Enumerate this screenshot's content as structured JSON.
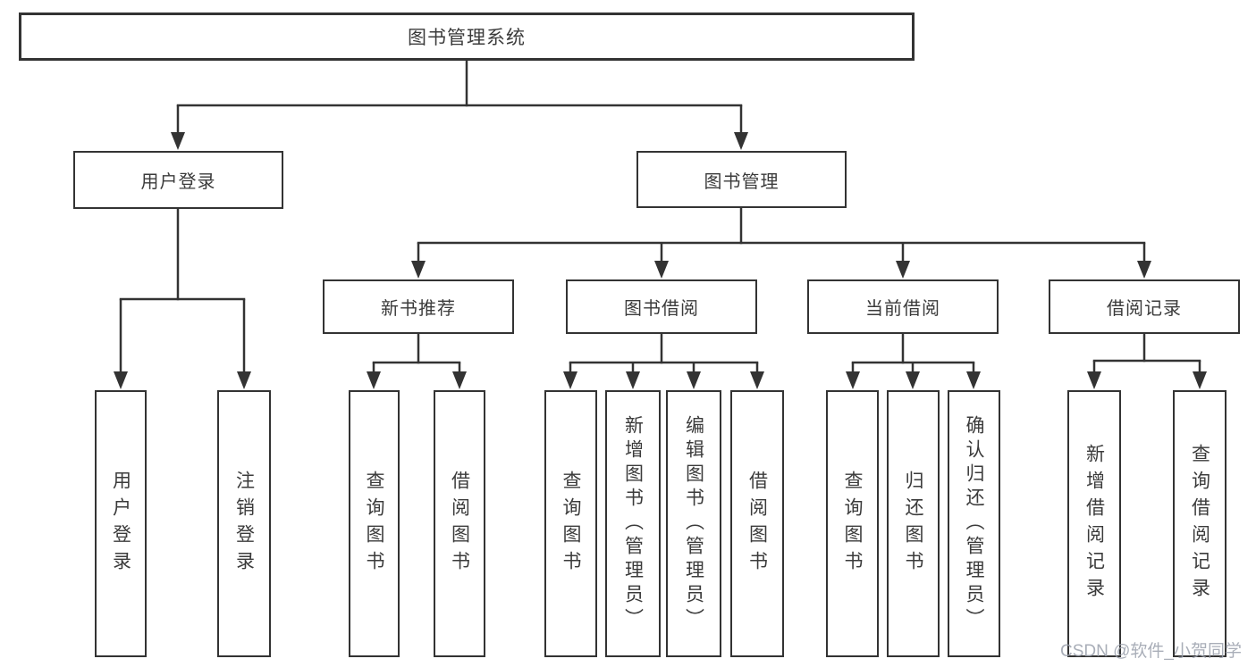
{
  "nodes": {
    "root": {
      "label": "图书管理系统"
    },
    "level2": [
      {
        "id": "user-login",
        "label": "用户登录"
      },
      {
        "id": "book-management",
        "label": "图书管理"
      }
    ],
    "level3": [
      {
        "id": "new-book-recommend",
        "parent": "图书管理",
        "label": "新书推荐"
      },
      {
        "id": "book-borrowing",
        "parent": "图书管理",
        "label": "图书借阅"
      },
      {
        "id": "current-borrowing",
        "parent": "图书管理",
        "label": "当前借阅"
      },
      {
        "id": "borrowing-records",
        "parent": "图书管理",
        "label": "借阅记录"
      }
    ],
    "leaves": [
      {
        "parent": "用户登录",
        "label": "用户登录"
      },
      {
        "parent": "用户登录",
        "label": "注销登录"
      },
      {
        "parent": "新书推荐",
        "label": "查询图书"
      },
      {
        "parent": "新书推荐",
        "label": "借阅图书"
      },
      {
        "parent": "图书借阅",
        "label": "查询图书"
      },
      {
        "parent": "图书借阅",
        "label": "新增图书（管理员）"
      },
      {
        "parent": "图书借阅",
        "label": "编辑图书（管理员）"
      },
      {
        "parent": "图书借阅",
        "label": "借阅图书"
      },
      {
        "parent": "当前借阅",
        "label": "查询图书"
      },
      {
        "parent": "当前借阅",
        "label": "归还图书"
      },
      {
        "parent": "当前借阅",
        "label": "确认归还（管理员）"
      },
      {
        "parent": "借阅记录",
        "label": "新增借阅记录"
      },
      {
        "parent": "借阅记录",
        "label": "查询借阅记录"
      }
    ]
  },
  "watermark": "CSDN @软件_小贺同学",
  "colors": {
    "line": "#333333",
    "text": "#3b3b3b",
    "watermark": "#9aa0ab",
    "background": "#ffffff"
  }
}
